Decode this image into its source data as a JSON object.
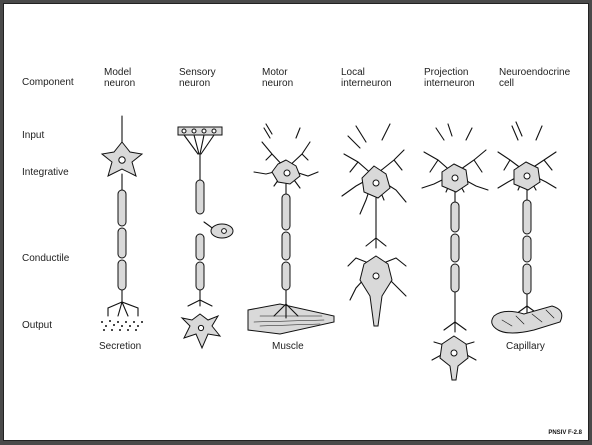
{
  "row_header": "Component",
  "column_headers": [
    {
      "line1": "Model",
      "line2": "neuron"
    },
    {
      "line1": "Sensory",
      "line2": "neuron"
    },
    {
      "line1": "Motor",
      "line2": "neuron"
    },
    {
      "line1": "Local",
      "line2": "interneuron"
    },
    {
      "line1": "Projection",
      "line2": "interneuron"
    },
    {
      "line1": "Neuroendocrine",
      "line2": "cell"
    }
  ],
  "row_labels": {
    "input": "Input",
    "integrative": "Integrative",
    "conductile": "Conductile",
    "output": "Output"
  },
  "target_labels": {
    "secretion": "Secretion",
    "muscle": "Muscle",
    "capillary": "Capillary"
  },
  "footer": "PNSIV F-2.8"
}
